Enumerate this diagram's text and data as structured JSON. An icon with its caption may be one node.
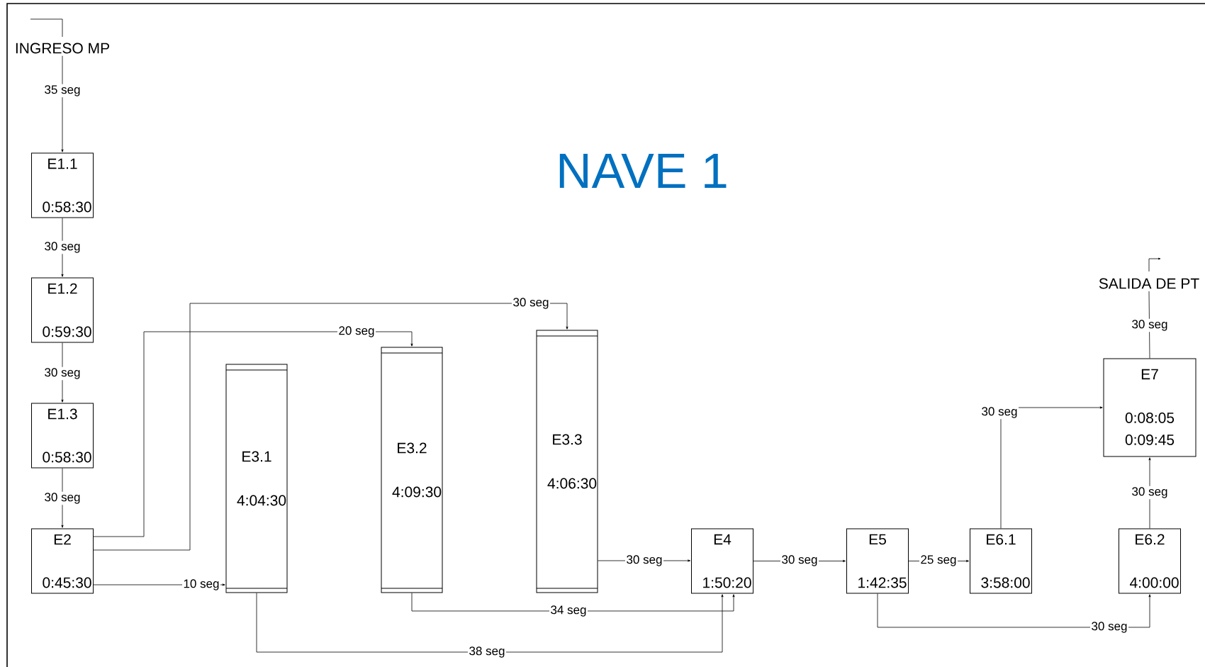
{
  "diagram": {
    "title": "NAVE 1",
    "nodes": [
      {
        "text": [
          "INGRESO MP"
        ]
      },
      {
        "text": [
          "E1.1",
          "0:58:30"
        ]
      },
      {
        "text": [
          "E1.2",
          "0:59:30"
        ]
      },
      {
        "text": [
          "E1.3",
          "0:58:30"
        ]
      },
      {
        "text": [
          "E2",
          "0:45:30"
        ]
      },
      {
        "text": [
          "E3.1",
          "4:04:30"
        ]
      },
      {
        "text": [
          "E3.2",
          "4:09:30"
        ]
      },
      {
        "text": [
          "E3.3",
          "4:06:30"
        ]
      },
      {
        "text": [
          "E4",
          "1:50:20"
        ]
      },
      {
        "text": [
          "E5",
          "1:42:35"
        ]
      },
      {
        "text": [
          "E6.1",
          "3:58:00"
        ]
      },
      {
        "text": [
          "E6.2",
          "4:00:00"
        ]
      },
      {
        "text": [
          "E7",
          "0:08:05 0:09:45"
        ]
      },
      {
        "text": [
          "SALIDA DE PT"
        ]
      }
    ],
    "edges": [
      {
        "from": 0,
        "to": 1,
        "arrow": "to",
        "label": "35 seg"
      },
      {
        "from": 1,
        "to": 2,
        "arrow": "to",
        "label": "30 seg"
      },
      {
        "from": 2,
        "to": 3,
        "arrow": "to",
        "label": "30 seg"
      },
      {
        "from": 3,
        "to": 4,
        "arrow": "to",
        "label": "30 seg"
      },
      {
        "from": 4,
        "to": 5,
        "arrow": "to",
        "label": "10 seg"
      },
      {
        "from": 4,
        "to": 6,
        "arrow": "to",
        "label": "20 seg"
      },
      {
        "from": 4,
        "to": 7,
        "arrow": "to",
        "label": "30 seg"
      },
      {
        "from": 5,
        "to": 8,
        "arrow": "to",
        "label": "38 seg"
      },
      {
        "from": 6,
        "to": 8,
        "arrow": "to",
        "label": "34 seg"
      },
      {
        "from": 7,
        "to": 8,
        "arrow": "to",
        "label": "30 seg"
      },
      {
        "from": 8,
        "to": 9,
        "arrow": "to",
        "label": "30 seg"
      },
      {
        "from": 9,
        "to": 10,
        "arrow": "to",
        "label": "25 seg"
      },
      {
        "from": 9,
        "to": 11,
        "arrow": "to",
        "label": "30 seg"
      },
      {
        "from": 10,
        "to": 12,
        "arrow": "to",
        "label": "30 seg"
      },
      {
        "from": 11,
        "to": 12,
        "arrow": "to",
        "label": "30 seg"
      },
      {
        "from": 12,
        "to": 13,
        "arrow": "none",
        "label": "30 seg"
      }
    ]
  }
}
